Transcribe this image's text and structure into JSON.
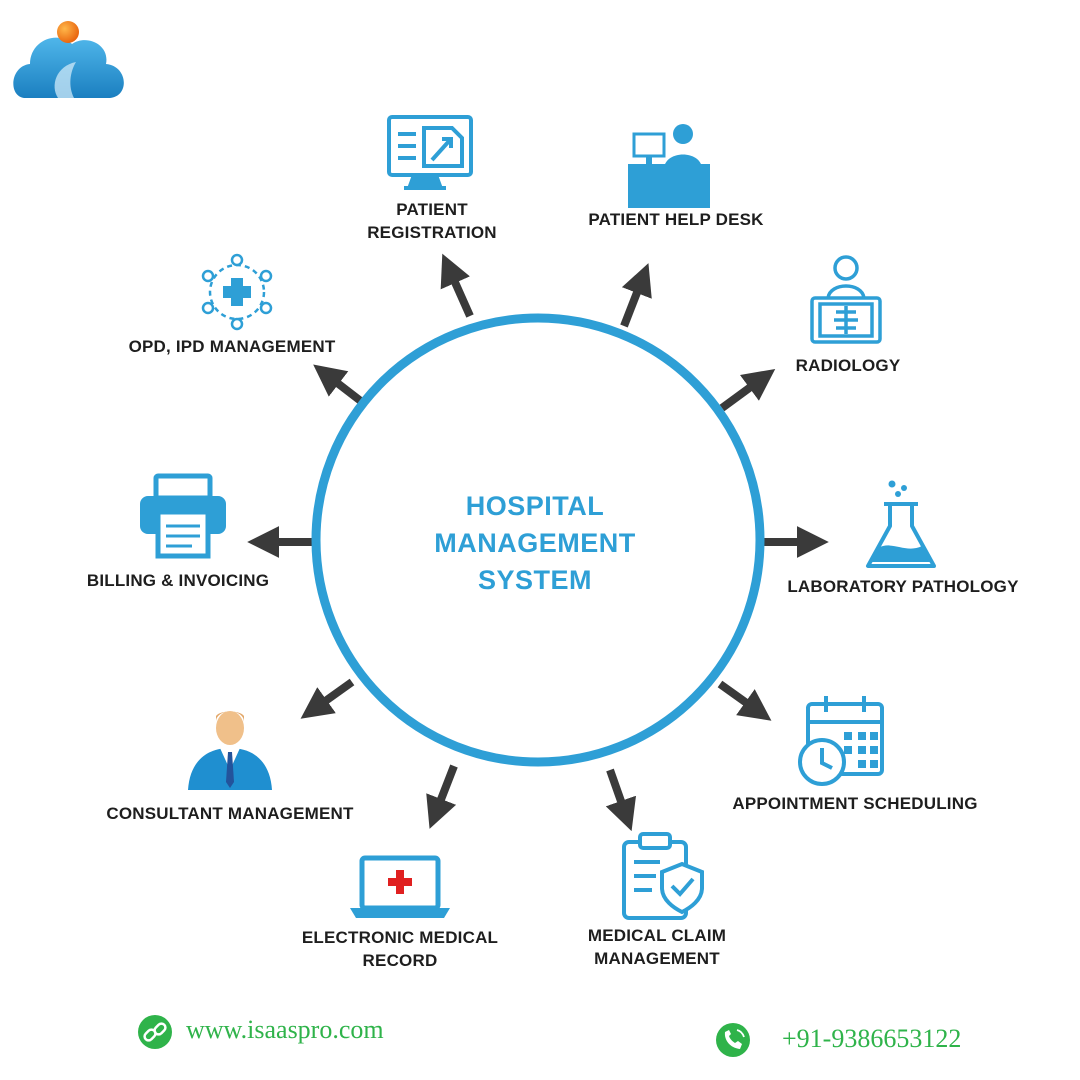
{
  "center": {
    "lines": [
      "HOSPITAL",
      "MANAGEMENT",
      "SYSTEM"
    ]
  },
  "modules": [
    {
      "id": "patient-registration",
      "lines": [
        "PATIENT",
        "REGISTRATION"
      ],
      "icon": "monitor-document-icon"
    },
    {
      "id": "patient-help-desk",
      "lines": [
        "PATIENT HELP DESK"
      ],
      "icon": "help-desk-icon"
    },
    {
      "id": "radiology",
      "lines": [
        "RADIOLOGY"
      ],
      "icon": "xray-icon"
    },
    {
      "id": "laboratory-pathology",
      "lines": [
        "LABORATORY PATHOLOGY"
      ],
      "icon": "flask-icon"
    },
    {
      "id": "appointment-scheduling",
      "lines": [
        "APPOINTMENT SCHEDULING"
      ],
      "icon": "calendar-clock-icon"
    },
    {
      "id": "medical-claim-management",
      "lines": [
        "MEDICAL CLAIM",
        "MANAGEMENT"
      ],
      "icon": "clipboard-shield-icon"
    },
    {
      "id": "electronic-medical-record",
      "lines": [
        "ELECTRONIC MEDICAL",
        "RECORD"
      ],
      "icon": "laptop-medical-icon"
    },
    {
      "id": "consultant-management",
      "lines": [
        "CONSULTANT MANAGEMENT"
      ],
      "icon": "consultant-icon"
    },
    {
      "id": "billing-invoicing",
      "lines": [
        "BILLING & INVOICING"
      ],
      "icon": "printer-icon"
    },
    {
      "id": "opd-ipd-management",
      "lines": [
        "OPD, IPD MANAGEMENT"
      ],
      "icon": "medical-network-icon"
    }
  ],
  "footer": {
    "website": "www.isaaspro.com",
    "phone": "+91-9386653122",
    "website_icon": "link-icon",
    "phone_icon": "phone-icon"
  },
  "logo": {
    "icon": "cloud-logo-icon"
  },
  "colors": {
    "accent": "#2e9fd6",
    "arrow": "#3a3a3a",
    "text": "#1e1e1e",
    "contact": "#2fb34a"
  }
}
